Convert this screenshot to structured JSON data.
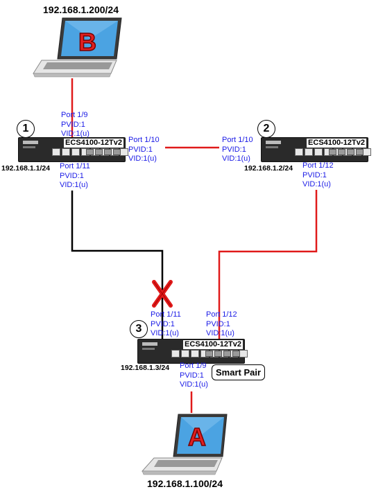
{
  "pc_b": {
    "ip": "192.168.1.200/24",
    "letter": "B"
  },
  "pc_a": {
    "ip": "192.168.1.100/24",
    "letter": "A"
  },
  "switches": [
    {
      "id": "1",
      "model": "ECS4100-12Tv2",
      "ip": "192.168.1.1/24"
    },
    {
      "id": "2",
      "model": "ECS4100-12Tv2",
      "ip": "192.168.1.2/24"
    },
    {
      "id": "3",
      "model": "ECS4100-12Tv2",
      "ip": "192.168.1.3/24"
    }
  ],
  "ports": {
    "sw1_p9": {
      "port": "Port 1/9",
      "pvid": "PVID:1",
      "vid": "VID:1(u)"
    },
    "sw1_p10": {
      "port": "Port 1/10",
      "pvid": "PVID:1",
      "vid": "VID:1(u)"
    },
    "sw1_p11": {
      "port": "Port 1/11",
      "pvid": "PVID:1",
      "vid": "VID:1(u)"
    },
    "sw2_p10": {
      "port": "Port 1/10",
      "pvid": "PVID:1",
      "vid": "VID:1(u)"
    },
    "sw2_p12": {
      "port": "Port 1/12",
      "pvid": "PVID:1",
      "vid": "VID:1(u)"
    },
    "sw3_p11": {
      "port": "Port 1/11",
      "pvid": "PVID:1",
      "vid": "VID:1(u)"
    },
    "sw3_p12": {
      "port": "Port 1/12",
      "pvid": "PVID:1",
      "vid": "VID:1(u)"
    },
    "sw3_p9": {
      "port": "Port 1/9",
      "pvid": "PVID:1",
      "vid": "VID:1(u)"
    }
  },
  "smart_pair_label": "Smart Pair",
  "colors": {
    "active_link": "#e01a1a",
    "blocked_link": "#000000",
    "port_text": "#1a1ae6",
    "blocked_mark": "#e01a1a"
  }
}
